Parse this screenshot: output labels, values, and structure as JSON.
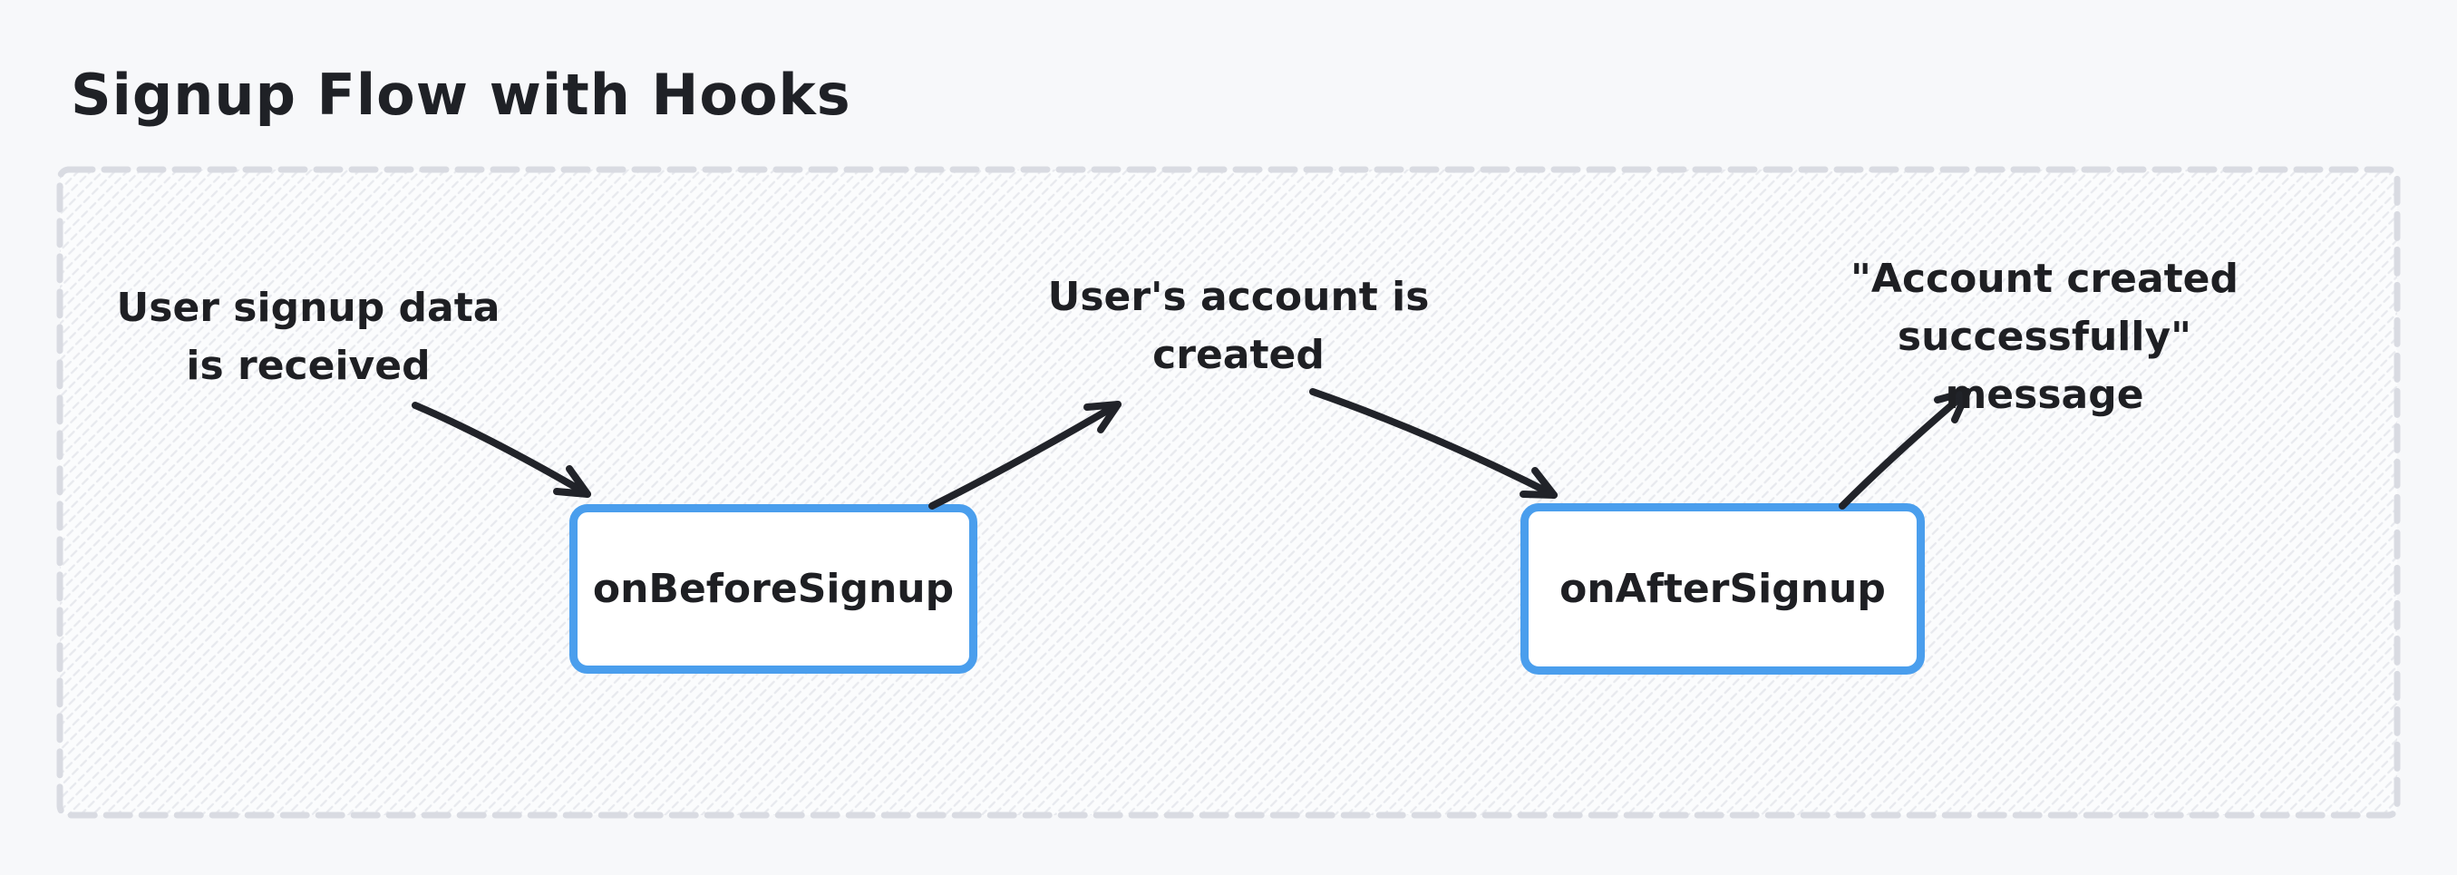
{
  "page": {
    "title": "Signup Flow with Hooks"
  },
  "colors": {
    "background": "#f7f8fa",
    "canvas_fill": "#fbfcfd",
    "hatch_line": "#e7e9ee",
    "dashed_border": "#d9dbe2",
    "hook_box_border": "#4a9eed",
    "hook_box_fill": "#ffffff",
    "ink": "#1e1f23"
  },
  "flow": {
    "annotations": [
      {
        "id": "signup-data-received",
        "text": "User signup data\nis received"
      },
      {
        "id": "account-created",
        "text": "User's account is\ncreated"
      },
      {
        "id": "success-message",
        "text": "\"Account created\nsuccessfully\" message"
      }
    ],
    "hooks": [
      {
        "id": "on-before-signup",
        "label": "onBeforeSignup"
      },
      {
        "id": "on-after-signup",
        "label": "onAfterSignup"
      }
    ],
    "edges": [
      {
        "from": "signup-data-received",
        "to": "on-before-signup"
      },
      {
        "from": "on-before-signup",
        "to": "account-created"
      },
      {
        "from": "account-created",
        "to": "on-after-signup"
      },
      {
        "from": "on-after-signup",
        "to": "success-message"
      }
    ]
  }
}
